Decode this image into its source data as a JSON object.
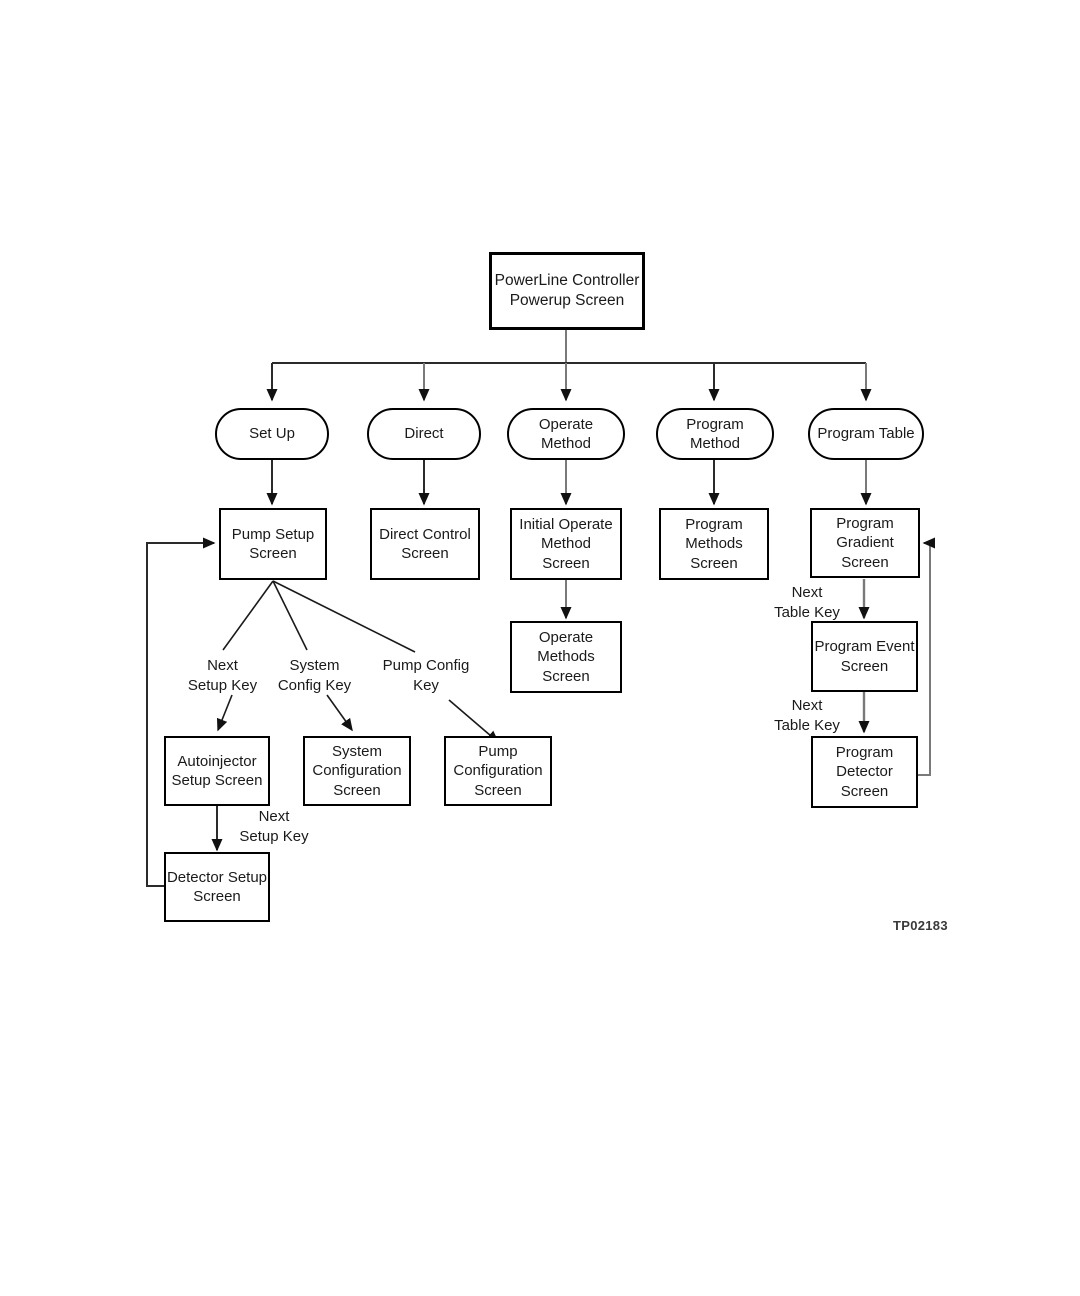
{
  "figure": {
    "reference_id": "TP02183",
    "colors": {
      "stroke": "#000000",
      "connector_gray": "#7a7a7a",
      "background": "#ffffff",
      "text": "#1a1a1a"
    }
  },
  "nodes": {
    "root": {
      "label": "PowerLine Controller\nPowerup Screen",
      "shape": "box"
    },
    "menu": [
      {
        "id": "set-up",
        "label": "Set Up",
        "shape": "oval"
      },
      {
        "id": "direct",
        "label": "Direct",
        "shape": "oval"
      },
      {
        "id": "operate-method",
        "label": "Operate\nMethod",
        "shape": "oval"
      },
      {
        "id": "program-method",
        "label": "Program\nMethod",
        "shape": "oval"
      },
      {
        "id": "program-table",
        "label": "Program Table",
        "shape": "oval"
      }
    ],
    "screens": [
      {
        "id": "pump-setup-screen",
        "label": "Pump Setup\nScreen",
        "shape": "box"
      },
      {
        "id": "direct-control-screen",
        "label": "Direct Control\nScreen",
        "shape": "box"
      },
      {
        "id": "initial-operate-method-screen",
        "label": "Initial Operate\nMethod\nScreen",
        "shape": "box"
      },
      {
        "id": "program-methods-screen",
        "label": "Program\nMethods\nScreen",
        "shape": "box"
      },
      {
        "id": "program-gradient-screen",
        "label": "Program\nGradient\nScreen",
        "shape": "box"
      },
      {
        "id": "operate-methods-screen",
        "label": "Operate\nMethods\nScreen",
        "shape": "box"
      },
      {
        "id": "program-event-screen",
        "label": "Program Event\nScreen",
        "shape": "box"
      },
      {
        "id": "program-detector-screen",
        "label": "Program\nDetector\nScreen",
        "shape": "box"
      },
      {
        "id": "autoinjector-setup-screen",
        "label": "Autoinjector\nSetup Screen",
        "shape": "box"
      },
      {
        "id": "system-configuration-screen",
        "label": "System\nConfiguration\nScreen",
        "shape": "box"
      },
      {
        "id": "pump-configuration-screen",
        "label": "Pump\nConfiguration\nScreen",
        "shape": "box"
      },
      {
        "id": "detector-setup-screen",
        "label": "Detector Setup\nScreen",
        "shape": "box"
      }
    ]
  },
  "edge_labels": [
    {
      "id": "next-setup-key-1",
      "label": "Next\nSetup Key"
    },
    {
      "id": "system-config-key",
      "label": "System\nConfig Key"
    },
    {
      "id": "pump-config-key",
      "label": "Pump Config\nKey"
    },
    {
      "id": "next-setup-key-2",
      "label": "Next\nSetup Key"
    },
    {
      "id": "next-table-key-1",
      "label": "Next\nTable Key"
    },
    {
      "id": "next-table-key-2",
      "label": "Next\nTable Key"
    }
  ]
}
